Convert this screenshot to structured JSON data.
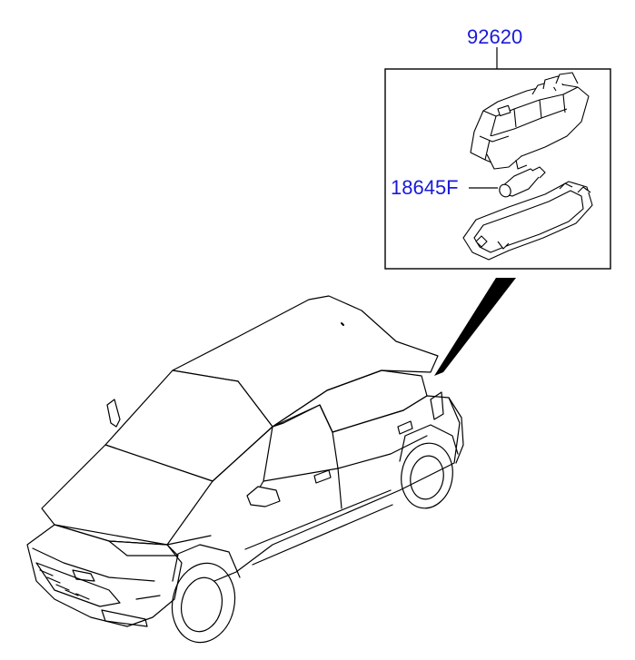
{
  "colors": {
    "label": "#1a1ad8",
    "line": "#000000",
    "background": "#ffffff"
  },
  "parts": [
    {
      "number": "92620",
      "icon": "lamp-assembly-icon"
    },
    {
      "number": "18645F",
      "icon": "bulb-icon"
    }
  ],
  "illustration": {
    "vehicle": "car-icon",
    "detail_box": "detail-inset"
  }
}
